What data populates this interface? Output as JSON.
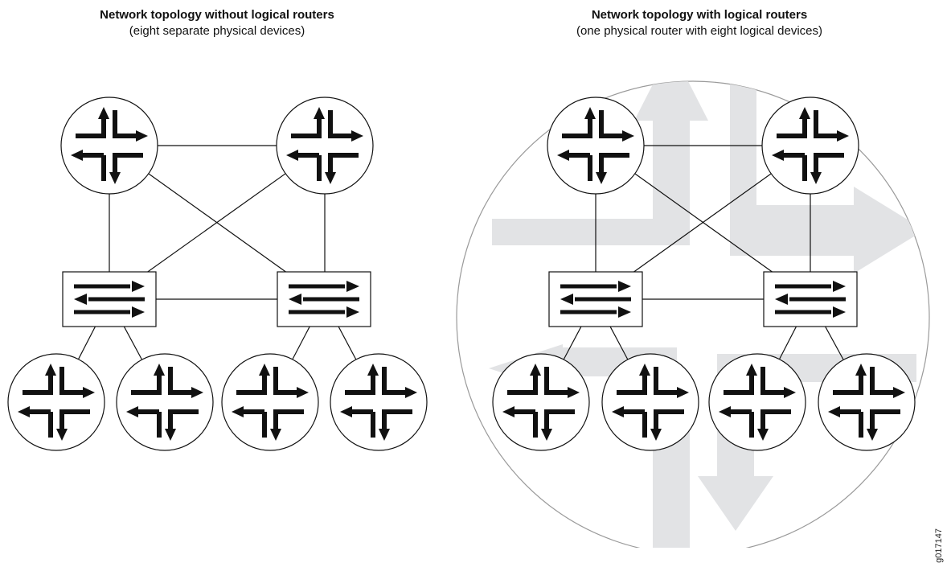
{
  "left_panel": {
    "title": "Network topology without logical routers",
    "subtitle": "(eight separate physical devices)"
  },
  "right_panel": {
    "title": "Network topology with logical routers",
    "subtitle": "(one physical router with eight logical devices)"
  },
  "figure_id": "g017147",
  "icons": {
    "router": "router-icon",
    "switch": "switch-icon",
    "physical_router": "physical-router-icon"
  },
  "colors": {
    "stroke": "#111111",
    "background_arrow": "#e2e3e5",
    "enclosure": "#9a9a9a"
  }
}
